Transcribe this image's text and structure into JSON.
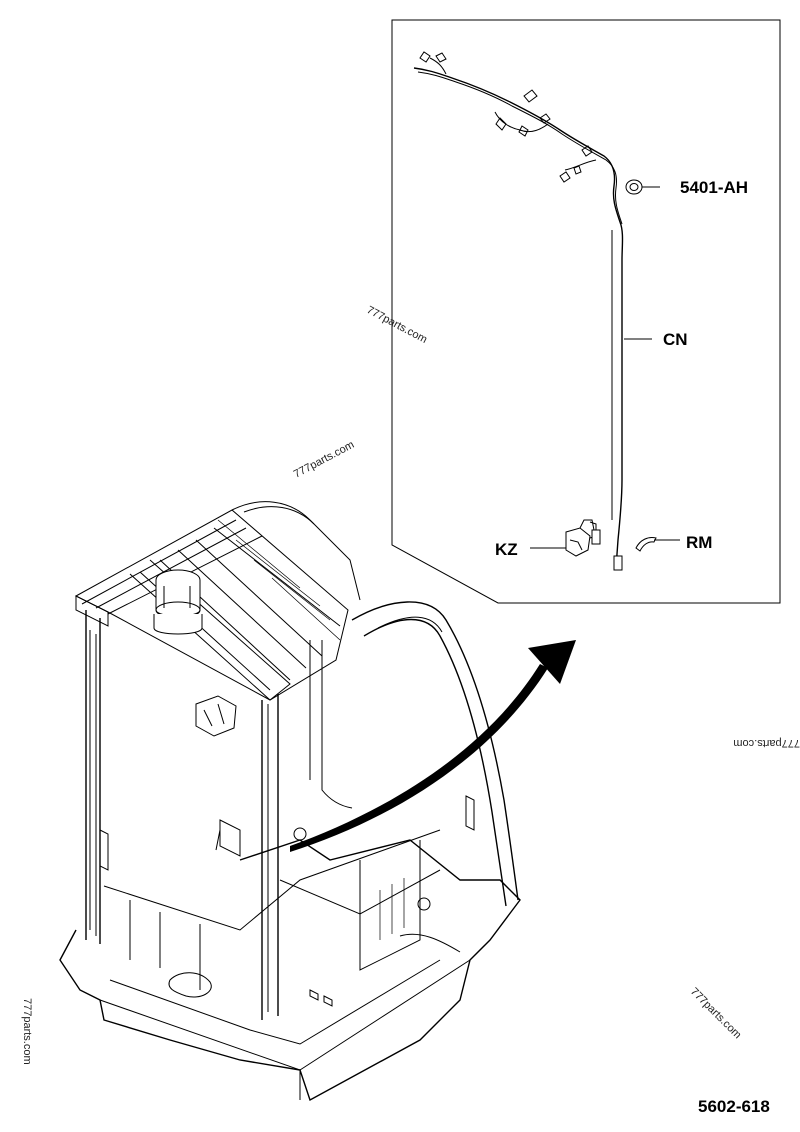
{
  "callouts": {
    "grommet": "5401-AH",
    "harness": "CN",
    "connector": "KZ",
    "clip": "RM"
  },
  "watermarks": {
    "detail_box": "777parts.com",
    "mid_left": "777parts.com",
    "right_edge": "777parts.com",
    "bottom_left": "777parts.com",
    "bottom_right": "777parts.com"
  },
  "drawing_number": "5602-618",
  "icons": [
    "wire-harness-icon",
    "grommet-icon",
    "connector-icon",
    "clip-icon",
    "curved-arrow-icon",
    "overhead-guard-icon",
    "beacon-icon"
  ]
}
